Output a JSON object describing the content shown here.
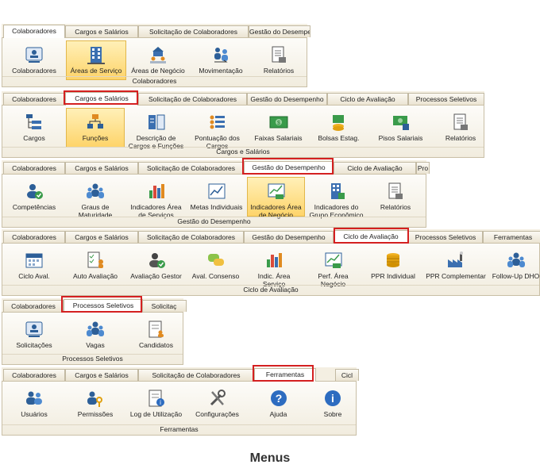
{
  "caption": "Menus",
  "menus": [
    {
      "tabs": [
        "Colaboradores",
        "Cargos e Salários",
        "Solicitação de Colaboradores",
        "Gestão do Desempenho"
      ],
      "active_tab": "Colaboradores",
      "group": "Colaboradores",
      "buttons": [
        {
          "label": "Colaboradores",
          "icon": "id-card-icon"
        },
        {
          "label": "Áreas de Serviço",
          "icon": "building-icon",
          "selected": true
        },
        {
          "label": "Áreas de Negócio",
          "icon": "team-building-icon"
        },
        {
          "label": "Movimentação",
          "icon": "people-transfer-icon"
        },
        {
          "label": "Relatórios",
          "icon": "report-icon"
        }
      ]
    },
    {
      "tabs": [
        "Colaboradores",
        "Cargos e Salários",
        "Solicitação de Colaboradores",
        "Gestão do Desempenho",
        "Ciclo de Avaliação",
        "Processos Seletivos"
      ],
      "active_tab": "Cargos e Salários",
      "group": "Cargos e Salários",
      "buttons": [
        {
          "label": "Cargos",
          "icon": "hierarchy-list-icon"
        },
        {
          "label": "Funções",
          "icon": "org-chart-icon",
          "selected": true
        },
        {
          "label": "Descrição de Cargos e Funções",
          "icon": "document-grid-icon"
        },
        {
          "label": "Pontuação dos Cargos",
          "icon": "ranking-list-icon"
        },
        {
          "label": "Faixas Salariais",
          "icon": "money-bill-icon"
        },
        {
          "label": "Bolsas Estag.",
          "icon": "money-coins-icon"
        },
        {
          "label": "Pisos Salariais",
          "icon": "money-floor-icon"
        },
        {
          "label": "Relatórios",
          "icon": "report-icon"
        }
      ]
    },
    {
      "tabs": [
        "Colaboradores",
        "Cargos e Salários",
        "Solicitação de Colaboradores",
        "Gestão do Desempenho",
        "Ciclo de Avaliação",
        "Pro"
      ],
      "active_tab": "Gestão do Desempenho",
      "group": "Gestão do Desempenho",
      "buttons": [
        {
          "label": "Competências",
          "icon": "person-check-icon"
        },
        {
          "label": "Graus de Maturidade",
          "icon": "people-group-icon"
        },
        {
          "label": "Indicadores Área de Serviços",
          "icon": "bar-chart-icon"
        },
        {
          "label": "Metas Individuais",
          "icon": "line-chart-icon"
        },
        {
          "label": "Indicadores Área de Negócio",
          "icon": "chart-money-icon",
          "selected": true
        },
        {
          "label": "Indicadores do Grupo Econômico",
          "icon": "building-chart-icon"
        },
        {
          "label": "Relatórios",
          "icon": "report-icon"
        }
      ]
    },
    {
      "tabs": [
        "Colaboradores",
        "Cargos e Salários",
        "Solicitação de Colaboradores",
        "Gestão do Desempenho",
        "Ciclo de Avaliação",
        "Processos Seletivos",
        "Ferramentas"
      ],
      "active_tab": "Ciclo de Avaliação",
      "group": "Ciclo de Avaliação",
      "buttons": [
        {
          "label": "Ciclo Aval.",
          "icon": "calendar-icon"
        },
        {
          "label": "Auto Avaliação",
          "icon": "checklist-person-icon"
        },
        {
          "label": "Avaliação Gestor",
          "icon": "manager-check-icon"
        },
        {
          "label": "Aval. Consenso",
          "icon": "chat-bubbles-icon"
        },
        {
          "label": "Indic. Área Serviço",
          "icon": "bar-chart-icon"
        },
        {
          "label": "Perf. Área Negócio",
          "icon": "chart-money-icon"
        },
        {
          "label": "PPR Individual",
          "icon": "coin-stack-icon"
        },
        {
          "label": "PPR Complementar",
          "icon": "factory-icon"
        },
        {
          "label": "Follow-Up DHO",
          "icon": "people-group-icon"
        }
      ]
    },
    {
      "tabs": [
        "Colaboradores",
        "Processos Seletivos",
        "Solicitaç"
      ],
      "active_tab": "Processos Seletivos",
      "group": "Processos Seletivos",
      "buttons": [
        {
          "label": "Solicitações",
          "icon": "id-card-icon"
        },
        {
          "label": "Vagas",
          "icon": "people-group-icon"
        },
        {
          "label": "Candidatos",
          "icon": "document-person-icon"
        }
      ]
    },
    {
      "tabs": [
        "Colaboradores",
        "Cargos e Salários",
        "Solicitação de Colaboradores",
        "Ferramentas",
        "Cicl"
      ],
      "active_tab": "Ferramentas",
      "group": "Ferramentas",
      "buttons": [
        {
          "label": "Usuários",
          "icon": "users-icon"
        },
        {
          "label": "Permissões",
          "icon": "users-key-icon"
        },
        {
          "label": "Log de Utilização",
          "icon": "log-info-icon"
        },
        {
          "label": "Configurações",
          "icon": "tools-icon"
        },
        {
          "label": "Ajuda",
          "icon": "help-icon"
        },
        {
          "label": "Sobre",
          "icon": "info-icon"
        }
      ]
    }
  ],
  "colors": {
    "highlight": "#d42020",
    "selected_bg": "#fed46a",
    "ribbon_bg": "#f1ecde"
  }
}
